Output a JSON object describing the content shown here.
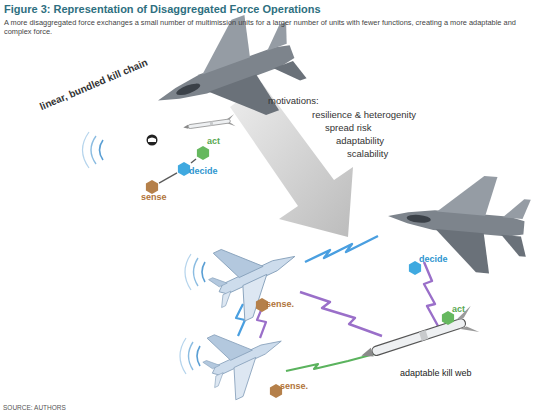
{
  "diagram": {
    "title": "Figure 3: Representation of Disaggregated Force Operations",
    "caption": "A more disaggregated force exchanges a small number of multimission units for a larger number of units with fewer functions, creating a more adaptable and complex force.",
    "nodes": [
      {
        "text": [
          "sense"
        ]
      },
      {
        "text": [
          "decide"
        ]
      },
      {
        "text": [
          "act"
        ]
      },
      {
        "text": [
          "sense."
        ]
      },
      {
        "text": [
          "decide"
        ]
      },
      {
        "text": [
          "sense."
        ]
      },
      {
        "text": [
          "act"
        ]
      }
    ],
    "edges": [
      {
        "from": 0,
        "to": 1,
        "arrow": "none"
      },
      {
        "from": 1,
        "to": 2,
        "arrow": "none"
      }
    ],
    "labels": [
      "linear, bundled kill chain",
      "motivations:",
      "resilience & heterogenity",
      "spread risk",
      "adaptability",
      "scalability",
      "adaptable kill web",
      "SOURCE: AUTHORS"
    ]
  }
}
